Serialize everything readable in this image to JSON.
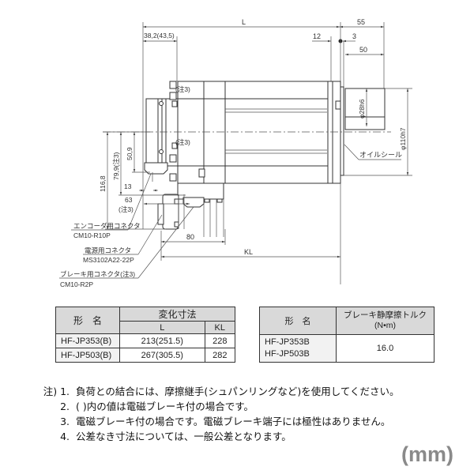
{
  "drawing": {
    "dimensions": {
      "L": "L",
      "KL": "KL",
      "d_38": "38,2(43,5)",
      "d_55": "55",
      "d_12": "12",
      "d_3": "3",
      "d_50": "50",
      "d_28": "φ28h6",
      "d_110": "φ110h7",
      "d_116": "116,8",
      "d_79": "79,9(注3)",
      "d_50_9": "50,9",
      "d_13": "13",
      "d_63": "63",
      "d_63_note": "(注3)",
      "d_80": "80"
    },
    "callouts": {
      "note3_a": "(注3)",
      "note3_b": "(注3)",
      "oil_seal": "オイルシール",
      "encoder_connector": "エンコーダ用コネクタ",
      "encoder_part": "CM10-R10P",
      "power_connector": "電源用コネクタ",
      "power_part": "MS3102A22-22P",
      "brake_connector": "ブレーキ用コネクタ(注3)",
      "brake_part": "CM10-R2P"
    }
  },
  "table_dims": {
    "header_model": "形　名",
    "header_change": "変化寸法",
    "header_L": "L",
    "header_KL": "KL",
    "rows": [
      {
        "model": "HF-JP353(B)",
        "L": "213(251.5)",
        "KL": "228"
      },
      {
        "model": "HF-JP503(B)",
        "L": "267(305.5)",
        "KL": "282"
      }
    ]
  },
  "table_brake": {
    "header_model": "形　名",
    "header_torque_line1": "ブレーキ静摩擦トルク",
    "header_torque_line2": "(N•m)",
    "models": [
      "HF-JP353B",
      "HF-JP503B"
    ],
    "torque": "16.0"
  },
  "notes": {
    "prefix": "注)",
    "items": [
      {
        "num": "1.",
        "text": "負荷との結合には、摩擦継手(シュパンリングなど)を使用してください。"
      },
      {
        "num": "2.",
        "text": "(  )内の値は電磁ブレーキ付の場合です。"
      },
      {
        "num": "3.",
        "text": "電磁ブレーキ付の場合です。電磁ブレーキ端子には極性はありません。"
      },
      {
        "num": "4.",
        "text": "公差なき寸法については、一般公差となります。"
      }
    ]
  },
  "unit": "(mm)"
}
